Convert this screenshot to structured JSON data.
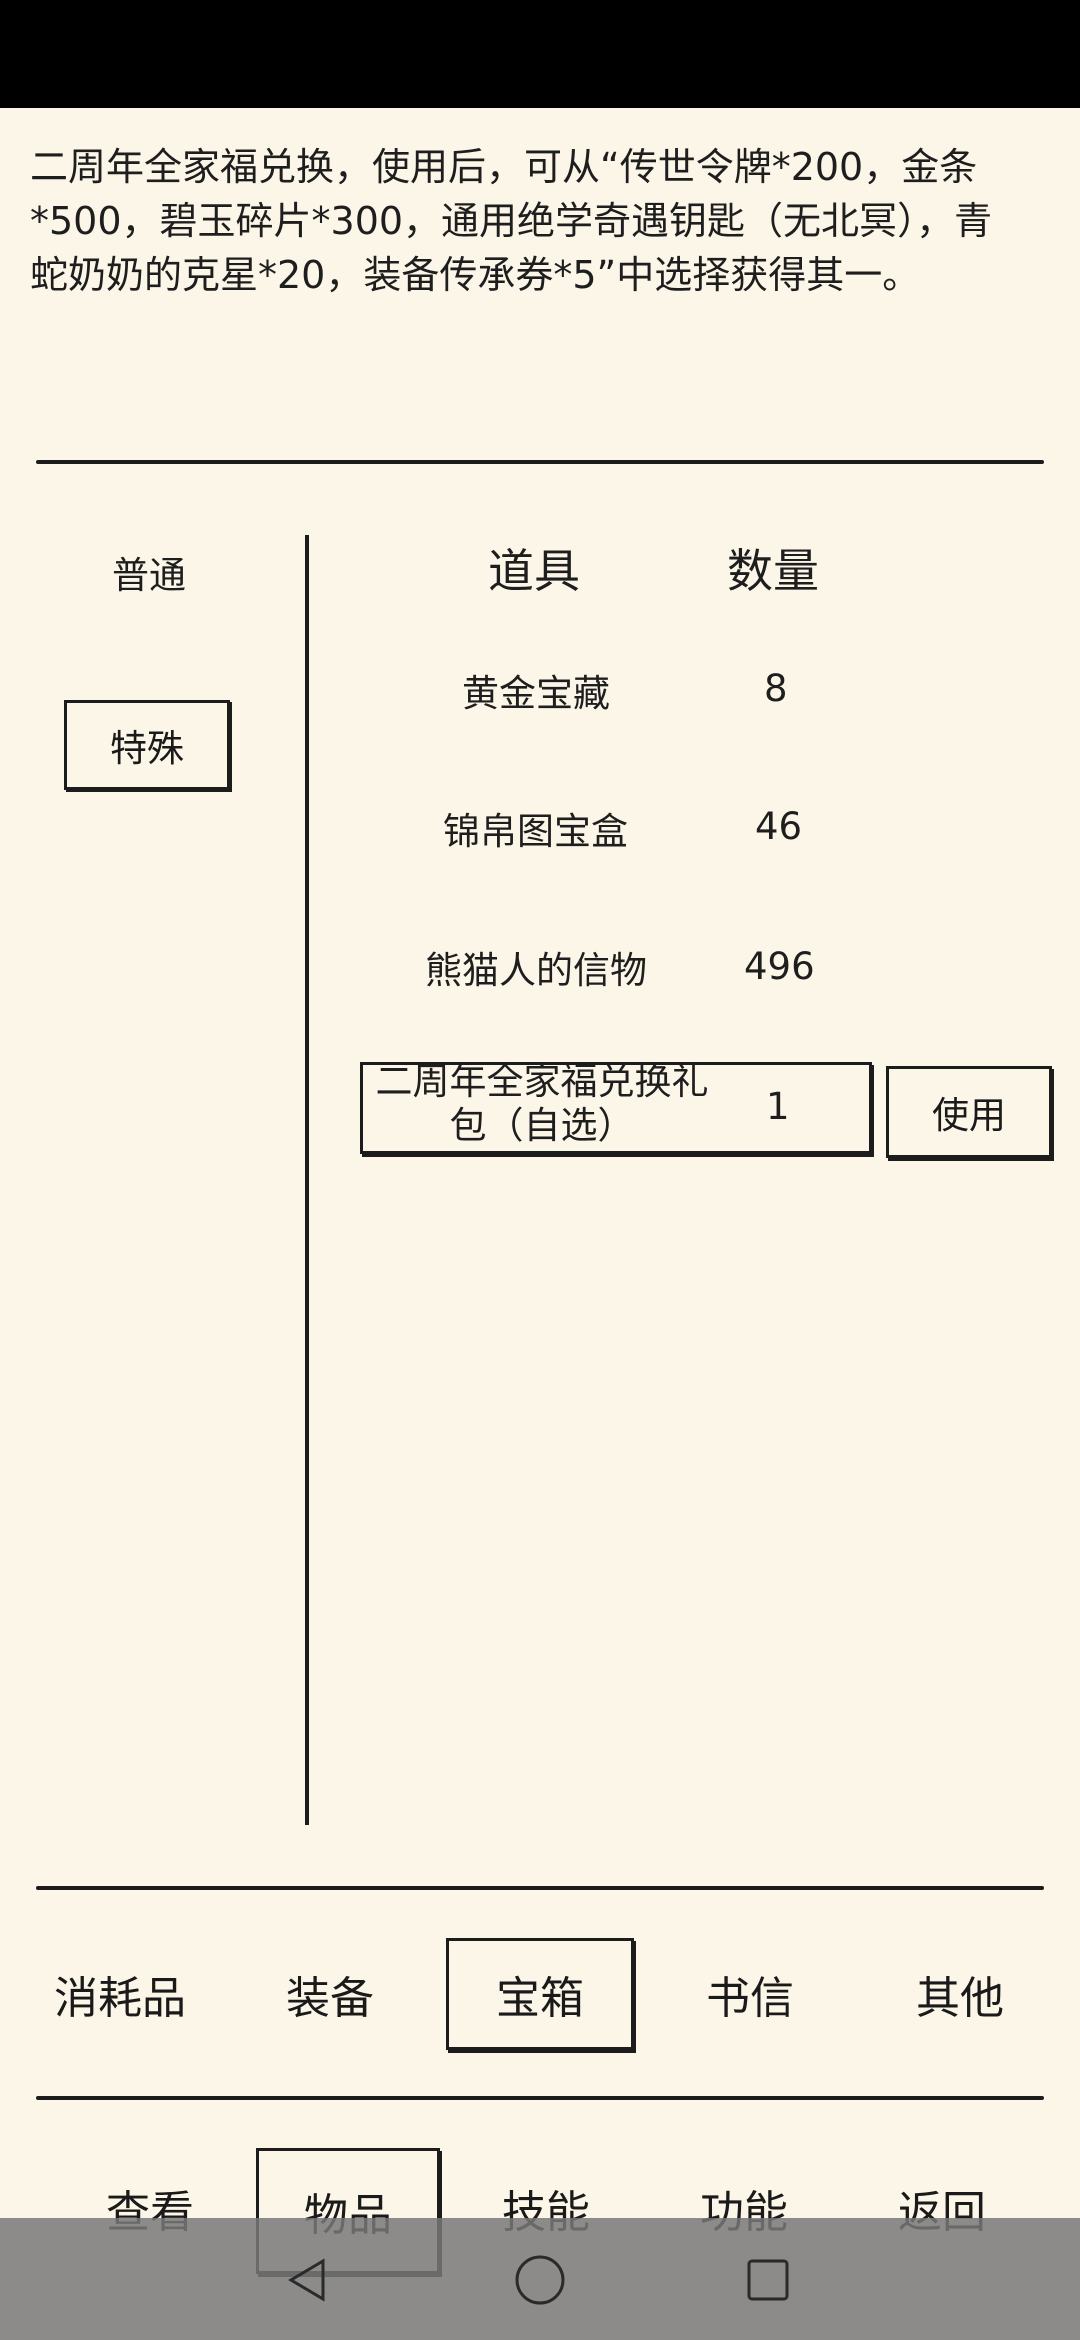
{
  "description": "二周年全家福兑换，使用后，可从“传世令牌*200，金条*500，碧玉碎片*300，通用绝学奇遇钥匙（无北冥），青蛇奶奶的克星*20，装备传承券*5”中选择获得其一。",
  "categories": {
    "normal": "普通",
    "special": "特殊"
  },
  "table": {
    "headers": {
      "item": "道具",
      "quantity": "数量"
    },
    "rows": [
      {
        "name": "黄金宝藏",
        "qty": "8"
      },
      {
        "name": "锦帛图宝盒",
        "qty": "46"
      },
      {
        "name": "熊猫人的信物",
        "qty": "496"
      },
      {
        "name": "二周年全家福兑换礼包（自选）",
        "qty": "1"
      }
    ],
    "use_label": "使用"
  },
  "item_tabs": [
    "消耗品",
    "装备",
    "宝箱",
    "书信",
    "其他"
  ],
  "main_nav": [
    "查看",
    "物品",
    "技能",
    "功能",
    "返回"
  ],
  "icons": {
    "back": "back-triangle-icon",
    "home": "home-circle-icon",
    "recents": "recents-square-icon"
  }
}
